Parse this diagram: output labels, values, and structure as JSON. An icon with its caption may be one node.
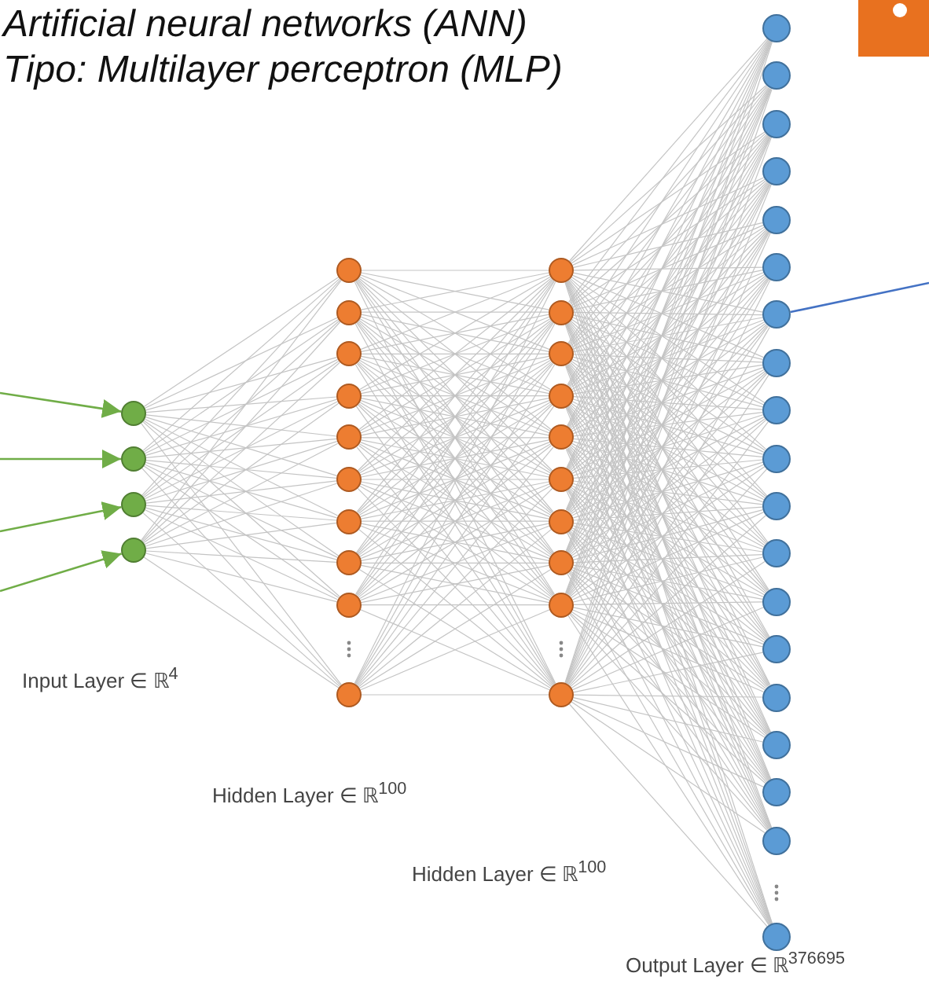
{
  "diagram": {
    "nodes": [
      {
        "text": [],
        "shape": "circle"
      },
      {
        "text": [],
        "shape": "circle"
      },
      {
        "text": [],
        "shape": "circle"
      },
      {
        "text": [],
        "shape": "circle"
      },
      {
        "text": [],
        "shape": "circle"
      },
      {
        "text": [],
        "shape": "circle"
      },
      {
        "text": [],
        "shape": "circle"
      },
      {
        "text": [],
        "shape": "circle"
      },
      {
        "text": [],
        "shape": "circle"
      },
      {
        "text": [],
        "shape": "circle"
      },
      {
        "text": [],
        "shape": "circle"
      },
      {
        "text": [],
        "shape": "circle"
      },
      {
        "text": [],
        "shape": "circle"
      },
      {
        "text": [],
        "shape": "circle"
      },
      {
        "text": [],
        "shape": "circle"
      },
      {
        "text": [],
        "shape": "circle"
      },
      {
        "text": [],
        "shape": "circle"
      },
      {
        "text": [],
        "shape": "circle"
      },
      {
        "text": [],
        "shape": "circle"
      },
      {
        "text": [],
        "shape": "circle"
      },
      {
        "text": [],
        "shape": "circle"
      },
      {
        "text": [],
        "shape": "circle"
      },
      {
        "text": [],
        "shape": "circle"
      },
      {
        "text": [],
        "shape": "circle"
      },
      {
        "text": [],
        "shape": "circle"
      },
      {
        "text": [],
        "shape": "circle"
      },
      {
        "text": [],
        "shape": "circle"
      },
      {
        "text": [],
        "shape": "circle"
      },
      {
        "text": [],
        "shape": "circle"
      },
      {
        "text": [],
        "shape": "circle"
      },
      {
        "text": [],
        "shape": "circle"
      },
      {
        "text": [],
        "shape": "circle"
      },
      {
        "text": [],
        "shape": "circle"
      },
      {
        "text": [],
        "shape": "circle"
      },
      {
        "text": [],
        "shape": "circle"
      },
      {
        "text": [],
        "shape": "circle"
      },
      {
        "text": [],
        "shape": "circle"
      },
      {
        "text": [],
        "shape": "circle"
      },
      {
        "text": [],
        "shape": "circle"
      },
      {
        "text": [],
        "shape": "circle"
      },
      {
        "text": [],
        "shape": "circle"
      },
      {
        "text": [],
        "shape": "circle"
      },
      {
        "text": [],
        "shape": "circle"
      }
    ],
    "edges": [
      {
        "from": null,
        "to": 0,
        "arrow": "to",
        "color": "#70ad47"
      },
      {
        "from": null,
        "to": 1,
        "arrow": "to",
        "color": "#70ad47"
      },
      {
        "from": null,
        "to": 2,
        "arrow": "to",
        "color": "#70ad47"
      },
      {
        "from": null,
        "to": 3,
        "arrow": "to",
        "color": "#70ad47"
      },
      {
        "from": 0,
        "to": 4,
        "arrow": "none"
      },
      {
        "from": 0,
        "to": 5,
        "arrow": "none"
      },
      {
        "from": 0,
        "to": 6,
        "arrow": "none"
      },
      {
        "from": 0,
        "to": 7,
        "arrow": "none"
      },
      {
        "from": 0,
        "to": 8,
        "arrow": "none"
      },
      {
        "from": 0,
        "to": 9,
        "arrow": "none"
      },
      {
        "from": 0,
        "to": 10,
        "arrow": "none"
      },
      {
        "from": 0,
        "to": 11,
        "arrow": "none"
      },
      {
        "from": 0,
        "to": 12,
        "arrow": "none"
      },
      {
        "from": 0,
        "to": 13,
        "arrow": "none"
      },
      {
        "from": 1,
        "to": 4,
        "arrow": "none"
      },
      {
        "from": 1,
        "to": 5,
        "arrow": "none"
      },
      {
        "from": 1,
        "to": 6,
        "arrow": "none"
      },
      {
        "from": 1,
        "to": 7,
        "arrow": "none"
      },
      {
        "from": 1,
        "to": 8,
        "arrow": "none"
      },
      {
        "from": 1,
        "to": 9,
        "arrow": "none"
      },
      {
        "from": 1,
        "to": 10,
        "arrow": "none"
      },
      {
        "from": 1,
        "to": 11,
        "arrow": "none"
      },
      {
        "from": 1,
        "to": 12,
        "arrow": "none"
      },
      {
        "from": 1,
        "to": 13,
        "arrow": "none"
      },
      {
        "from": 2,
        "to": 4,
        "arrow": "none"
      },
      {
        "from": 2,
        "to": 5,
        "arrow": "none"
      },
      {
        "from": 2,
        "to": 6,
        "arrow": "none"
      },
      {
        "from": 2,
        "to": 7,
        "arrow": "none"
      },
      {
        "from": 2,
        "to": 8,
        "arrow": "none"
      },
      {
        "from": 2,
        "to": 9,
        "arrow": "none"
      },
      {
        "from": 2,
        "to": 10,
        "arrow": "none"
      },
      {
        "from": 2,
        "to": 11,
        "arrow": "none"
      },
      {
        "from": 2,
        "to": 12,
        "arrow": "none"
      },
      {
        "from": 2,
        "to": 13,
        "arrow": "none"
      },
      {
        "from": 3,
        "to": 4,
        "arrow": "none"
      },
      {
        "from": 3,
        "to": 5,
        "arrow": "none"
      },
      {
        "from": 3,
        "to": 6,
        "arrow": "none"
      },
      {
        "from": 3,
        "to": 7,
        "arrow": "none"
      },
      {
        "from": 3,
        "to": 8,
        "arrow": "none"
      },
      {
        "from": 3,
        "to": 9,
        "arrow": "none"
      },
      {
        "from": 3,
        "to": 10,
        "arrow": "none"
      },
      {
        "from": 3,
        "to": 11,
        "arrow": "none"
      },
      {
        "from": 3,
        "to": 12,
        "arrow": "none"
      },
      {
        "from": 3,
        "to": 13,
        "arrow": "none"
      },
      {
        "from": 4,
        "to": 14,
        "arrow": "none"
      },
      {
        "from": 4,
        "to": 15,
        "arrow": "none"
      },
      {
        "from": 4,
        "to": 16,
        "arrow": "none"
      },
      {
        "from": 4,
        "to": 17,
        "arrow": "none"
      },
      {
        "from": 4,
        "to": 18,
        "arrow": "none"
      },
      {
        "from": 4,
        "to": 19,
        "arrow": "none"
      },
      {
        "from": 4,
        "to": 20,
        "arrow": "none"
      },
      {
        "from": 4,
        "to": 21,
        "arrow": "none"
      },
      {
        "from": 4,
        "to": 22,
        "arrow": "none"
      },
      {
        "from": 4,
        "to": 23,
        "arrow": "none"
      },
      {
        "from": 5,
        "to": 14,
        "arrow": "none"
      },
      {
        "from": 5,
        "to": 15,
        "arrow": "none"
      },
      {
        "from": 5,
        "to": 16,
        "arrow": "none"
      },
      {
        "from": 5,
        "to": 17,
        "arrow": "none"
      },
      {
        "from": 5,
        "to": 18,
        "arrow": "none"
      },
      {
        "from": 5,
        "to": 19,
        "arrow": "none"
      },
      {
        "from": 5,
        "to": 20,
        "arrow": "none"
      },
      {
        "from": 5,
        "to": 21,
        "arrow": "none"
      },
      {
        "from": 5,
        "to": 22,
        "arrow": "none"
      },
      {
        "from": 5,
        "to": 23,
        "arrow": "none"
      },
      {
        "from": 6,
        "to": 14,
        "arrow": "none"
      },
      {
        "from": 6,
        "to": 15,
        "arrow": "none"
      },
      {
        "from": 6,
        "to": 16,
        "arrow": "none"
      },
      {
        "from": 6,
        "to": 17,
        "arrow": "none"
      },
      {
        "from": 6,
        "to": 18,
        "arrow": "none"
      },
      {
        "from": 6,
        "to": 19,
        "arrow": "none"
      },
      {
        "from": 6,
        "to": 20,
        "arrow": "none"
      },
      {
        "from": 6,
        "to": 21,
        "arrow": "none"
      },
      {
        "from": 6,
        "to": 22,
        "arrow": "none"
      },
      {
        "from": 6,
        "to": 23,
        "arrow": "none"
      },
      {
        "from": 7,
        "to": 14,
        "arrow": "none"
      },
      {
        "from": 7,
        "to": 15,
        "arrow": "none"
      },
      {
        "from": 7,
        "to": 16,
        "arrow": "none"
      },
      {
        "from": 7,
        "to": 17,
        "arrow": "none"
      },
      {
        "from": 7,
        "to": 18,
        "arrow": "none"
      },
      {
        "from": 7,
        "to": 19,
        "arrow": "none"
      },
      {
        "from": 7,
        "to": 20,
        "arrow": "none"
      },
      {
        "from": 7,
        "to": 21,
        "arrow": "none"
      },
      {
        "from": 7,
        "to": 22,
        "arrow": "none"
      },
      {
        "from": 7,
        "to": 23,
        "arrow": "none"
      },
      {
        "from": 8,
        "to": 14,
        "arrow": "none"
      },
      {
        "from": 8,
        "to": 15,
        "arrow": "none"
      },
      {
        "from": 8,
        "to": 16,
        "arrow": "none"
      },
      {
        "from": 8,
        "to": 17,
        "arrow": "none"
      },
      {
        "from": 8,
        "to": 18,
        "arrow": "none"
      },
      {
        "from": 8,
        "to": 19,
        "arrow": "none"
      },
      {
        "from": 8,
        "to": 20,
        "arrow": "none"
      },
      {
        "from": 8,
        "to": 21,
        "arrow": "none"
      },
      {
        "from": 8,
        "to": 22,
        "arrow": "none"
      },
      {
        "from": 8,
        "to": 23,
        "arrow": "none"
      },
      {
        "from": 9,
        "to": 14,
        "arrow": "none"
      },
      {
        "from": 9,
        "to": 15,
        "arrow": "none"
      },
      {
        "from": 9,
        "to": 16,
        "arrow": "none"
      },
      {
        "from": 9,
        "to": 17,
        "arrow": "none"
      },
      {
        "from": 9,
        "to": 18,
        "arrow": "none"
      },
      {
        "from": 9,
        "to": 19,
        "arrow": "none"
      },
      {
        "from": 9,
        "to": 20,
        "arrow": "none"
      },
      {
        "from": 9,
        "to": 21,
        "arrow": "none"
      },
      {
        "from": 9,
        "to": 22,
        "arrow": "none"
      },
      {
        "from": 9,
        "to": 23,
        "arrow": "none"
      },
      {
        "from": 10,
        "to": 14,
        "arrow": "none"
      },
      {
        "from": 10,
        "to": 15,
        "arrow": "none"
      },
      {
        "from": 10,
        "to": 16,
        "arrow": "none"
      },
      {
        "from": 10,
        "to": 17,
        "arrow": "none"
      },
      {
        "from": 10,
        "to": 18,
        "arrow": "none"
      },
      {
        "from": 10,
        "to": 19,
        "arrow": "none"
      },
      {
        "from": 10,
        "to": 20,
        "arrow": "none"
      },
      {
        "from": 10,
        "to": 21,
        "arrow": "none"
      },
      {
        "from": 10,
        "to": 22,
        "arrow": "none"
      },
      {
        "from": 10,
        "to": 23,
        "arrow": "none"
      },
      {
        "from": 11,
        "to": 14,
        "arrow": "none"
      },
      {
        "from": 11,
        "to": 15,
        "arrow": "none"
      },
      {
        "from": 11,
        "to": 16,
        "arrow": "none"
      },
      {
        "from": 11,
        "to": 17,
        "arrow": "none"
      },
      {
        "from": 11,
        "to": 18,
        "arrow": "none"
      },
      {
        "from": 11,
        "to": 19,
        "arrow": "none"
      },
      {
        "from": 11,
        "to": 20,
        "arrow": "none"
      },
      {
        "from": 11,
        "to": 21,
        "arrow": "none"
      },
      {
        "from": 11,
        "to": 22,
        "arrow": "none"
      },
      {
        "from": 11,
        "to": 23,
        "arrow": "none"
      },
      {
        "from": 12,
        "to": 14,
        "arrow": "none"
      },
      {
        "from": 12,
        "to": 15,
        "arrow": "none"
      },
      {
        "from": 12,
        "to": 16,
        "arrow": "none"
      },
      {
        "from": 12,
        "to": 17,
        "arrow": "none"
      },
      {
        "from": 12,
        "to": 18,
        "arrow": "none"
      },
      {
        "from": 12,
        "to": 19,
        "arrow": "none"
      },
      {
        "from": 12,
        "to": 20,
        "arrow": "none"
      },
      {
        "from": 12,
        "to": 21,
        "arrow": "none"
      },
      {
        "from": 12,
        "to": 22,
        "arrow": "none"
      },
      {
        "from": 12,
        "to": 23,
        "arrow": "none"
      },
      {
        "from": 13,
        "to": 14,
        "arrow": "none"
      },
      {
        "from": 13,
        "to": 15,
        "arrow": "none"
      },
      {
        "from": 13,
        "to": 16,
        "arrow": "none"
      },
      {
        "from": 13,
        "to": 17,
        "arrow": "none"
      },
      {
        "from": 13,
        "to": 18,
        "arrow": "none"
      },
      {
        "from": 13,
        "to": 19,
        "arrow": "none"
      },
      {
        "from": 13,
        "to": 20,
        "arrow": "none"
      },
      {
        "from": 13,
        "to": 21,
        "arrow": "none"
      },
      {
        "from": 13,
        "to": 22,
        "arrow": "none"
      },
      {
        "from": 13,
        "to": 23,
        "arrow": "none"
      },
      {
        "from": 14,
        "to": 24,
        "arrow": "none"
      },
      {
        "from": 14,
        "to": 25,
        "arrow": "none"
      },
      {
        "from": 14,
        "to": 26,
        "arrow": "none"
      },
      {
        "from": 14,
        "to": 27,
        "arrow": "none"
      },
      {
        "from": 14,
        "to": 28,
        "arrow": "none"
      },
      {
        "from": 14,
        "to": 29,
        "arrow": "none"
      },
      {
        "from": 14,
        "to": 30,
        "arrow": "none"
      },
      {
        "from": 14,
        "to": 31,
        "arrow": "none"
      },
      {
        "from": 14,
        "to": 32,
        "arrow": "none"
      },
      {
        "from": 14,
        "to": 33,
        "arrow": "none"
      },
      {
        "from": 14,
        "to": 34,
        "arrow": "none"
      },
      {
        "from": 14,
        "to": 35,
        "arrow": "none"
      },
      {
        "from": 14,
        "to": 36,
        "arrow": "none"
      },
      {
        "from": 14,
        "to": 37,
        "arrow": "none"
      },
      {
        "from": 14,
        "to": 38,
        "arrow": "none"
      },
      {
        "from": 14,
        "to": 39,
        "arrow": "none"
      },
      {
        "from": 14,
        "to": 40,
        "arrow": "none"
      },
      {
        "from": 14,
        "to": 41,
        "arrow": "none"
      },
      {
        "from": 14,
        "to": 42,
        "arrow": "none"
      },
      {
        "from": 15,
        "to": 24,
        "arrow": "none"
      },
      {
        "from": 15,
        "to": 25,
        "arrow": "none"
      },
      {
        "from": 15,
        "to": 26,
        "arrow": "none"
      },
      {
        "from": 15,
        "to": 27,
        "arrow": "none"
      },
      {
        "from": 15,
        "to": 28,
        "arrow": "none"
      },
      {
        "from": 15,
        "to": 29,
        "arrow": "none"
      },
      {
        "from": 15,
        "to": 30,
        "arrow": "none"
      },
      {
        "from": 15,
        "to": 31,
        "arrow": "none"
      },
      {
        "from": 15,
        "to": 32,
        "arrow": "none"
      },
      {
        "from": 15,
        "to": 33,
        "arrow": "none"
      },
      {
        "from": 15,
        "to": 34,
        "arrow": "none"
      },
      {
        "from": 15,
        "to": 35,
        "arrow": "none"
      },
      {
        "from": 15,
        "to": 36,
        "arrow": "none"
      },
      {
        "from": 15,
        "to": 37,
        "arrow": "none"
      },
      {
        "from": 15,
        "to": 38,
        "arrow": "none"
      },
      {
        "from": 15,
        "to": 39,
        "arrow": "none"
      },
      {
        "from": 15,
        "to": 40,
        "arrow": "none"
      },
      {
        "from": 15,
        "to": 41,
        "arrow": "none"
      },
      {
        "from": 15,
        "to": 42,
        "arrow": "none"
      },
      {
        "from": 16,
        "to": 24,
        "arrow": "none"
      },
      {
        "from": 16,
        "to": 25,
        "arrow": "none"
      },
      {
        "from": 16,
        "to": 26,
        "arrow": "none"
      },
      {
        "from": 16,
        "to": 27,
        "arrow": "none"
      },
      {
        "from": 16,
        "to": 28,
        "arrow": "none"
      },
      {
        "from": 16,
        "to": 29,
        "arrow": "none"
      },
      {
        "from": 16,
        "to": 30,
        "arrow": "none"
      },
      {
        "from": 16,
        "to": 31,
        "arrow": "none"
      },
      {
        "from": 16,
        "to": 32,
        "arrow": "none"
      },
      {
        "from": 16,
        "to": 33,
        "arrow": "none"
      },
      {
        "from": 16,
        "to": 34,
        "arrow": "none"
      },
      {
        "from": 16,
        "to": 35,
        "arrow": "none"
      },
      {
        "from": 16,
        "to": 36,
        "arrow": "none"
      },
      {
        "from": 16,
        "to": 37,
        "arrow": "none"
      },
      {
        "from": 16,
        "to": 38,
        "arrow": "none"
      },
      {
        "from": 16,
        "to": 39,
        "arrow": "none"
      },
      {
        "from": 16,
        "to": 40,
        "arrow": "none"
      },
      {
        "from": 16,
        "to": 41,
        "arrow": "none"
      },
      {
        "from": 16,
        "to": 42,
        "arrow": "none"
      },
      {
        "from": 17,
        "to": 24,
        "arrow": "none"
      },
      {
        "from": 17,
        "to": 25,
        "arrow": "none"
      },
      {
        "from": 17,
        "to": 26,
        "arrow": "none"
      },
      {
        "from": 17,
        "to": 27,
        "arrow": "none"
      },
      {
        "from": 17,
        "to": 28,
        "arrow": "none"
      },
      {
        "from": 17,
        "to": 29,
        "arrow": "none"
      },
      {
        "from": 17,
        "to": 30,
        "arrow": "none"
      },
      {
        "from": 17,
        "to": 31,
        "arrow": "none"
      },
      {
        "from": 17,
        "to": 32,
        "arrow": "none"
      },
      {
        "from": 17,
        "to": 33,
        "arrow": "none"
      },
      {
        "from": 17,
        "to": 34,
        "arrow": "none"
      },
      {
        "from": 17,
        "to": 35,
        "arrow": "none"
      },
      {
        "from": 17,
        "to": 36,
        "arrow": "none"
      },
      {
        "from": 17,
        "to": 37,
        "arrow": "none"
      },
      {
        "from": 17,
        "to": 38,
        "arrow": "none"
      },
      {
        "from": 17,
        "to": 39,
        "arrow": "none"
      },
      {
        "from": 17,
        "to": 40,
        "arrow": "none"
      },
      {
        "from": 17,
        "to": 41,
        "arrow": "none"
      },
      {
        "from": 17,
        "to": 42,
        "arrow": "none"
      },
      {
        "from": 18,
        "to": 24,
        "arrow": "none"
      },
      {
        "from": 18,
        "to": 25,
        "arrow": "none"
      },
      {
        "from": 18,
        "to": 26,
        "arrow": "none"
      },
      {
        "from": 18,
        "to": 27,
        "arrow": "none"
      },
      {
        "from": 18,
        "to": 28,
        "arrow": "none"
      },
      {
        "from": 18,
        "to": 29,
        "arrow": "none"
      },
      {
        "from": 18,
        "to": 30,
        "arrow": "none"
      },
      {
        "from": 18,
        "to": 31,
        "arrow": "none"
      },
      {
        "from": 18,
        "to": 32,
        "arrow": "none"
      },
      {
        "from": 18,
        "to": 33,
        "arrow": "none"
      },
      {
        "from": 18,
        "to": 34,
        "arrow": "none"
      },
      {
        "from": 18,
        "to": 35,
        "arrow": "none"
      },
      {
        "from": 18,
        "to": 36,
        "arrow": "none"
      },
      {
        "from": 18,
        "to": 37,
        "arrow": "none"
      },
      {
        "from": 18,
        "to": 38,
        "arrow": "none"
      },
      {
        "from": 18,
        "to": 39,
        "arrow": "none"
      },
      {
        "from": 18,
        "to": 40,
        "arrow": "none"
      },
      {
        "from": 18,
        "to": 41,
        "arrow": "none"
      },
      {
        "from": 18,
        "to": 42,
        "arrow": "none"
      },
      {
        "from": 19,
        "to": 24,
        "arrow": "none"
      },
      {
        "from": 19,
        "to": 25,
        "arrow": "none"
      },
      {
        "from": 19,
        "to": 26,
        "arrow": "none"
      },
      {
        "from": 19,
        "to": 27,
        "arrow": "none"
      },
      {
        "from": 19,
        "to": 28,
        "arrow": "none"
      },
      {
        "from": 19,
        "to": 29,
        "arrow": "none"
      },
      {
        "from": 19,
        "to": 30,
        "arrow": "none"
      },
      {
        "from": 19,
        "to": 31,
        "arrow": "none"
      },
      {
        "from": 19,
        "to": 32,
        "arrow": "none"
      },
      {
        "from": 19,
        "to": 33,
        "arrow": "none"
      },
      {
        "from": 19,
        "to": 34,
        "arrow": "none"
      },
      {
        "from": 19,
        "to": 35,
        "arrow": "none"
      },
      {
        "from": 19,
        "to": 36,
        "arrow": "none"
      },
      {
        "from": 19,
        "to": 37,
        "arrow": "none"
      },
      {
        "from": 19,
        "to": 38,
        "arrow": "none"
      },
      {
        "from": 19,
        "to": 39,
        "arrow": "none"
      },
      {
        "from": 19,
        "to": 40,
        "arrow": "none"
      },
      {
        "from": 19,
        "to": 41,
        "arrow": "none"
      },
      {
        "from": 19,
        "to": 42,
        "arrow": "none"
      },
      {
        "from": 20,
        "to": 24,
        "arrow": "none"
      },
      {
        "from": 20,
        "to": 25,
        "arrow": "none"
      },
      {
        "from": 20,
        "to": 26,
        "arrow": "none"
      },
      {
        "from": 20,
        "to": 27,
        "arrow": "none"
      },
      {
        "from": 20,
        "to": 28,
        "arrow": "none"
      },
      {
        "from": 20,
        "to": 29,
        "arrow": "none"
      },
      {
        "from": 20,
        "to": 30,
        "arrow": "none"
      },
      {
        "from": 20,
        "to": 31,
        "arrow": "none"
      },
      {
        "from": 20,
        "to": 32,
        "arrow": "none"
      },
      {
        "from": 20,
        "to": 33,
        "arrow": "none"
      },
      {
        "from": 20,
        "to": 34,
        "arrow": "none"
      },
      {
        "from": 20,
        "to": 35,
        "arrow": "none"
      },
      {
        "from": 20,
        "to": 36,
        "arrow": "none"
      },
      {
        "from": 20,
        "to": 37,
        "arrow": "none"
      },
      {
        "from": 20,
        "to": 38,
        "arrow": "none"
      },
      {
        "from": 20,
        "to": 39,
        "arrow": "none"
      },
      {
        "from": 20,
        "to": 40,
        "arrow": "none"
      },
      {
        "from": 20,
        "to": 41,
        "arrow": "none"
      },
      {
        "from": 20,
        "to": 42,
        "arrow": "none"
      },
      {
        "from": 21,
        "to": 24,
        "arrow": "none"
      },
      {
        "from": 21,
        "to": 25,
        "arrow": "none"
      },
      {
        "from": 21,
        "to": 26,
        "arrow": "none"
      },
      {
        "from": 21,
        "to": 27,
        "arrow": "none"
      },
      {
        "from": 21,
        "to": 28,
        "arrow": "none"
      },
      {
        "from": 21,
        "to": 29,
        "arrow": "none"
      },
      {
        "from": 21,
        "to": 30,
        "arrow": "none"
      },
      {
        "from": 21,
        "to": 31,
        "arrow": "none"
      },
      {
        "from": 21,
        "to": 32,
        "arrow": "none"
      },
      {
        "from": 21,
        "to": 33,
        "arrow": "none"
      },
      {
        "from": 21,
        "to": 34,
        "arrow": "none"
      },
      {
        "from": 21,
        "to": 35,
        "arrow": "none"
      },
      {
        "from": 21,
        "to": 36,
        "arrow": "none"
      },
      {
        "from": 21,
        "to": 37,
        "arrow": "none"
      },
      {
        "from": 21,
        "to": 38,
        "arrow": "none"
      },
      {
        "from": 21,
        "to": 39,
        "arrow": "none"
      },
      {
        "from": 21,
        "to": 40,
        "arrow": "none"
      },
      {
        "from": 21,
        "to": 41,
        "arrow": "none"
      },
      {
        "from": 21,
        "to": 42,
        "arrow": "none"
      },
      {
        "from": 22,
        "to": 24,
        "arrow": "none"
      },
      {
        "from": 22,
        "to": 25,
        "arrow": "none"
      },
      {
        "from": 22,
        "to": 26,
        "arrow": "none"
      },
      {
        "from": 22,
        "to": 27,
        "arrow": "none"
      },
      {
        "from": 22,
        "to": 28,
        "arrow": "none"
      },
      {
        "from": 22,
        "to": 29,
        "arrow": "none"
      },
      {
        "from": 22,
        "to": 30,
        "arrow": "none"
      },
      {
        "from": 22,
        "to": 31,
        "arrow": "none"
      },
      {
        "from": 22,
        "to": 32,
        "arrow": "none"
      },
      {
        "from": 22,
        "to": 33,
        "arrow": "none"
      },
      {
        "from": 22,
        "to": 34,
        "arrow": "none"
      },
      {
        "from": 22,
        "to": 35,
        "arrow": "none"
      },
      {
        "from": 22,
        "to": 36,
        "arrow": "none"
      },
      {
        "from": 22,
        "to": 37,
        "arrow": "none"
      },
      {
        "from": 22,
        "to": 38,
        "arrow": "none"
      },
      {
        "from": 22,
        "to": 39,
        "arrow": "none"
      },
      {
        "from": 22,
        "to": 40,
        "arrow": "none"
      },
      {
        "from": 22,
        "to": 41,
        "arrow": "none"
      },
      {
        "from": 22,
        "to": 42,
        "arrow": "none"
      },
      {
        "from": 23,
        "to": 24,
        "arrow": "none"
      },
      {
        "from": 23,
        "to": 25,
        "arrow": "none"
      },
      {
        "from": 23,
        "to": 26,
        "arrow": "none"
      },
      {
        "from": 23,
        "to": 27,
        "arrow": "none"
      },
      {
        "from": 23,
        "to": 28,
        "arrow": "none"
      },
      {
        "from": 23,
        "to": 29,
        "arrow": "none"
      },
      {
        "from": 23,
        "to": 30,
        "arrow": "none"
      },
      {
        "from": 23,
        "to": 31,
        "arrow": "none"
      },
      {
        "from": 23,
        "to": 32,
        "arrow": "none"
      },
      {
        "from": 23,
        "to": 33,
        "arrow": "none"
      },
      {
        "from": 23,
        "to": 34,
        "arrow": "none"
      },
      {
        "from": 23,
        "to": 35,
        "arrow": "none"
      },
      {
        "from": 23,
        "to": 36,
        "arrow": "none"
      },
      {
        "from": 23,
        "to": 37,
        "arrow": "none"
      },
      {
        "from": 23,
        "to": 38,
        "arrow": "none"
      },
      {
        "from": 23,
        "to": 39,
        "arrow": "none"
      },
      {
        "from": 23,
        "to": 40,
        "arrow": "none"
      },
      {
        "from": 23,
        "to": 41,
        "arrow": "none"
      },
      {
        "from": 23,
        "to": 42,
        "arrow": "none"
      },
      {
        "from": 30,
        "to": null,
        "arrow": "none",
        "color": "#4472c4"
      }
    ],
    "labels": [
      "Artificial neural networks (ANN)",
      "Tipo: Multilayer perceptron (MLP)",
      "Input Layer ∈ ℝ$^{4}$",
      "Hidden Layer ∈ ℝ$^{100}$",
      "Hidden Layer ∈ ℝ$^{100}$",
      "Output Layer ∈ ℝ$^{376695}$"
    ]
  }
}
